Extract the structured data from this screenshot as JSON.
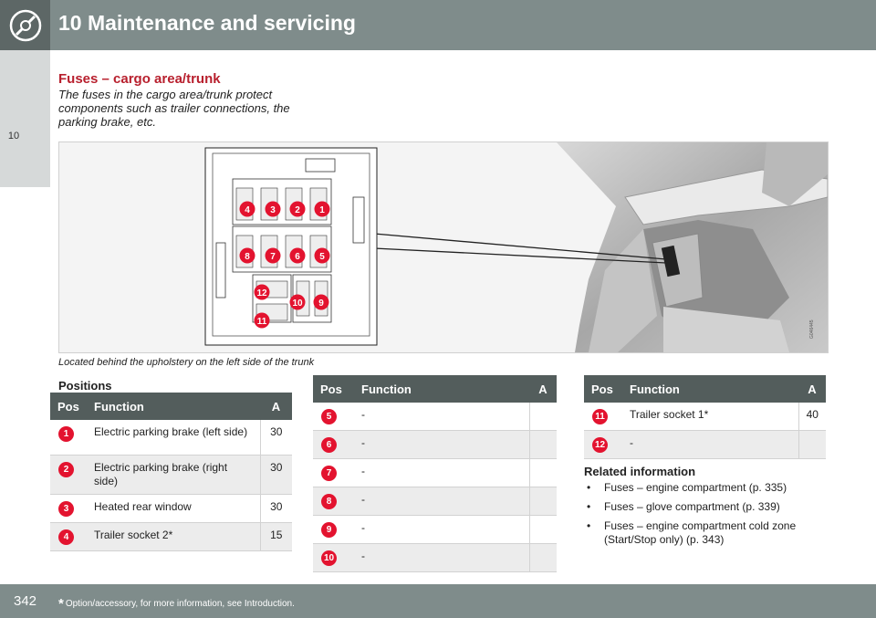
{
  "header": {
    "title": "10 Maintenance and servicing",
    "icon": "wrench-gear-icon"
  },
  "sidebar": {
    "chapter": "10"
  },
  "section": {
    "title": "Fuses – cargo area/trunk",
    "intro": "The fuses in the cargo area/trunk protect components such as trailer connections, the parking brake, etc."
  },
  "figure": {
    "caption": "Located behind the upholstery on the left side of the trunk",
    "image_code": "G046445",
    "fuse_labels": [
      "4",
      "3",
      "2",
      "1",
      "8",
      "7",
      "6",
      "5",
      "12",
      "10",
      "9",
      "11"
    ]
  },
  "positions_label": "Positions",
  "table_headers": {
    "pos": "Pos",
    "function": "Function",
    "amp": "A"
  },
  "table1": [
    {
      "pos": "1",
      "function": "Electric parking brake (left side)",
      "amp": "30"
    },
    {
      "pos": "2",
      "function": "Electric parking brake (right side)",
      "amp": "30"
    },
    {
      "pos": "3",
      "function": "Heated rear window",
      "amp": "30"
    },
    {
      "pos": "4",
      "function": "Trailer socket 2*",
      "amp": "15"
    }
  ],
  "table2": [
    {
      "pos": "5",
      "function": "-",
      "amp": ""
    },
    {
      "pos": "6",
      "function": "-",
      "amp": ""
    },
    {
      "pos": "7",
      "function": "-",
      "amp": ""
    },
    {
      "pos": "8",
      "function": "-",
      "amp": ""
    },
    {
      "pos": "9",
      "function": "-",
      "amp": ""
    },
    {
      "pos": "10",
      "function": "-",
      "amp": ""
    }
  ],
  "table3": [
    {
      "pos": "11",
      "function": "Trailer socket 1*",
      "amp": "40"
    },
    {
      "pos": "12",
      "function": "-",
      "amp": ""
    }
  ],
  "related": {
    "title": "Related information",
    "bullet": "•",
    "items": [
      "Fuses – engine compartment (p. 335)",
      "Fuses – glove compartment (p. 339)",
      "Fuses – engine compartment cold zone (Start/Stop only) (p. 343)"
    ]
  },
  "footer": {
    "page_number": "342",
    "star": "*",
    "footnote": "Option/accessory, for more information, see Introduction."
  },
  "colors": {
    "header": "#7f8c8b",
    "accent_red": "#b8202e",
    "badge_red": "#e3132f",
    "table_header": "#535d5c"
  }
}
